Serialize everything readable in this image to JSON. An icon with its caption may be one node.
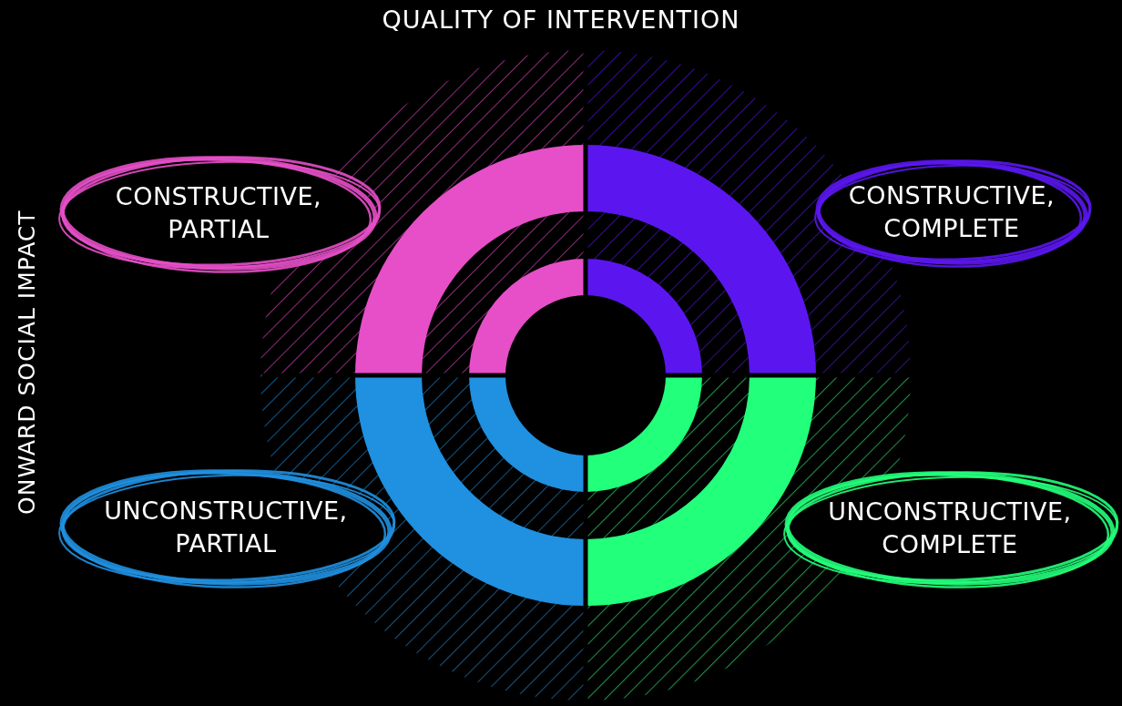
{
  "diagram": {
    "title": "QUALITY OF INTERVENTION",
    "nodes": [
      {
        "text": [
          "CONSTRUCTIVE, PARTIAL"
        ]
      },
      {
        "text": [
          "CONSTRUCTIVE, COMPLETE"
        ]
      },
      {
        "text": [
          "UNCONSTRUCTIVE, PARTIAL"
        ]
      },
      {
        "text": [
          "UNCONSTRUCTIVE, COMPLETE"
        ]
      }
    ],
    "labels": [
      "ONWARD SOCIAL IMPACT"
    ]
  }
}
